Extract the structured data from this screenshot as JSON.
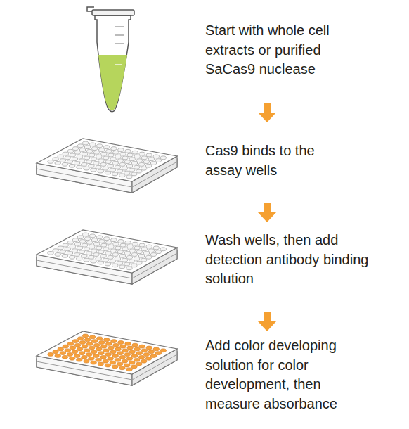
{
  "diagram": {
    "labels": [
      "Start with whole cell extracts or purified SaCas9 nuclease",
      "Cas9 binds to the assay wells",
      "Wash wells, then add detection antibody binding solution",
      "Add color developing solution for color development, then measure absorbance"
    ]
  }
}
